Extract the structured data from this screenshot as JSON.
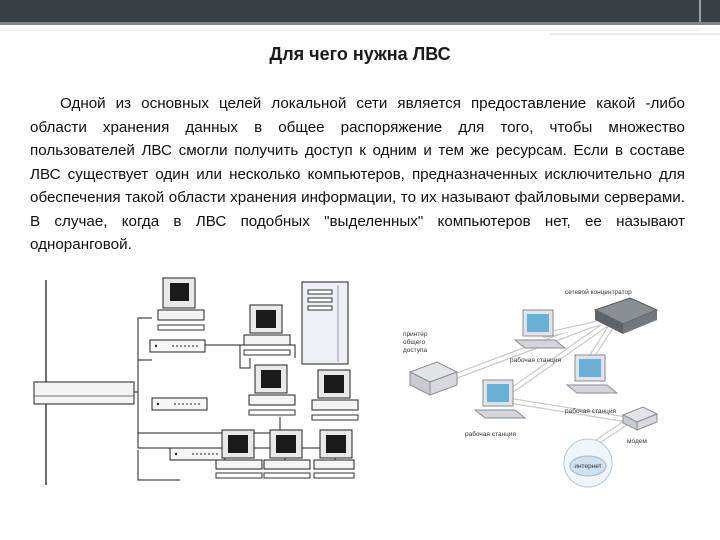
{
  "slide": {
    "title": "Для чего нужна ЛВС",
    "paragraph": "Одной из основных целей локальной сети является предоставление какой -либо области хранения данных в общее распоряжение для того, чтобы множество пользователей ЛВС смогли получить доступ к одним и тем же ресурсам. Если в составе ЛВС существует один или несколько компьютеров, предназначенных исключительно для обеспечения такой области хранения информации, то их называют файловыми серверами. В случае, когда в ЛВС подобных \"выделенных\" компьютеров нет, ее называют одноранговой."
  },
  "diagram_right": {
    "hub_label": "сетевой концентратор",
    "printer_label_line1": "принтер",
    "printer_label_line2": "общего",
    "printer_label_line3": "доступа",
    "ws_label_top": "рабочая станция",
    "ws_label_bottom": "рабочая станция",
    "ws_label_right": "рабочая станция",
    "modem_label": "модем",
    "internet_label": "интернет"
  },
  "colors": {
    "topbar": "#3b4047",
    "accent_line": "#e6e6e6",
    "text": "#111111"
  }
}
